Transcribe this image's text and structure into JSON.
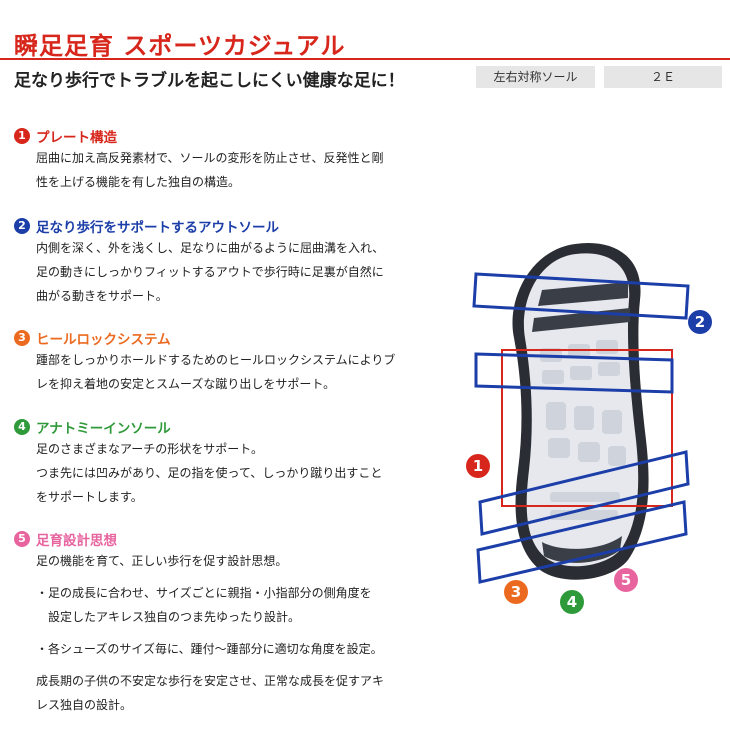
{
  "header": {
    "title": "瞬足足育 スポーツカジュアル",
    "subtitle": "足なり歩行でトラブルを起こしにくい健康な足に！",
    "sole_tag": "左右対称ソール",
    "width_tag": "２Ｅ"
  },
  "features": [
    {
      "number": "1",
      "title": "プレート構造",
      "color": "#d7261b",
      "lines": [
        "屈曲に加え高反発素材で、ソールの変形を防止させ、反発性と剛",
        "性を上げる機能を有した独自の構造。"
      ]
    },
    {
      "number": "2",
      "title": "足なり歩行をサポートするアウトソール",
      "color": "#1c3ea8",
      "lines": [
        "内側を深く、外を浅くし、足なりに曲がるように屈曲溝を入れ、",
        "足の動きにしっかりフィットするアウトで歩行時に足裏が自然に",
        "曲がる動きをサポート。"
      ]
    },
    {
      "number": "3",
      "title": "ヒールロックシステム",
      "color": "#ec6a1f",
      "lines": [
        "踵部をしっかりホールドするためのヒールロックシステムによりブ",
        "レを抑え着地の安定とスムーズな蹴り出しをサポート。"
      ]
    },
    {
      "number": "4",
      "title": "アナトミーインソール",
      "color": "#2f9a3a",
      "lines": [
        "足のさまざまなアーチの形状をサポート。",
        "つま先には凹みがあり、足の指を使って、しっかり蹴り出すこと",
        "をサポートします。"
      ]
    },
    {
      "number": "5",
      "title": "足育設計思想",
      "color": "#e8649f",
      "intro": "足の機能を育て、正しい歩行を促す設計思想。",
      "bullet1": [
        "・足の成長に合わせ、サイズごとに親指・小指部分の側角度を",
        "　設定したアキレス独自のつま先ゆったり設計。"
      ],
      "bullet2": "・各シューズのサイズ毎に、踵付～踵部分に適切な角度を設定。",
      "outro": [
        "成長期の子供の不安定な歩行を安定させ、正常な成長を促すアキ",
        "レス独自の設計。"
      ]
    }
  ],
  "callouts": {
    "c1": "1",
    "c2": "2",
    "c3": "3",
    "c4": "4",
    "c5": "5"
  },
  "colors": {
    "accent_red": "#d7261b",
    "blue": "#1c3ea8",
    "orange": "#ec6a1f",
    "green": "#2f9a3a",
    "pink": "#e8649f",
    "tag_bg": "#e6e6e6"
  },
  "icons": {
    "sole": "shoe-sole-illustration"
  }
}
